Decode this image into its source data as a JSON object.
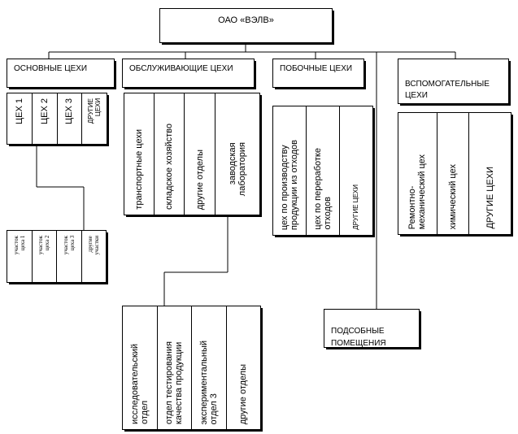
{
  "title": "ОАО «ВЭЛВ»",
  "groups": {
    "main": {
      "label": "ОСНОВНЫЕ ЦЕХИ",
      "items": [
        "ЦЕХ 1",
        "ЦЕХ 2",
        "ЦЕХ 3",
        "ДРУГИЕ\nЦЕХИ"
      ],
      "sub_items": [
        "участок\nцеха 1",
        "участок\nцеха 2",
        "участок\nцеха 3",
        "другие\nучастки"
      ]
    },
    "service": {
      "label": "ОБСЛУЖИВАЮЩИЕ ЦЕХИ",
      "items": [
        "транспортные цехи",
        "складское хозяйство",
        "другие отделы",
        "заводская\nлаборатория"
      ],
      "lab_items": [
        "исследовательский\nотдел",
        "отдел тестирования\nкачества продукции",
        "экспериментальный\nотдел 3",
        "другие отделы"
      ]
    },
    "side": {
      "label": "ПОБОЧНЫЕ ЦЕХИ",
      "items": [
        "цех по производству\nпродукции из отходов",
        "цех по переработке\nотходов",
        "ДРУГИЕ ЦЕХИ"
      ]
    },
    "auxiliary": {
      "label": "ВСПОМОГАТЕЛЬНЫЕ\nЦЕХИ",
      "items": [
        "Ремонтно-\nмеханический цех",
        "химический цех",
        "ДРУГИЕ ЦЕХИ"
      ]
    },
    "subsidiary": {
      "label": "ПОДСОБНЫЕ\nПОМЕЩЕНИЯ"
    }
  }
}
